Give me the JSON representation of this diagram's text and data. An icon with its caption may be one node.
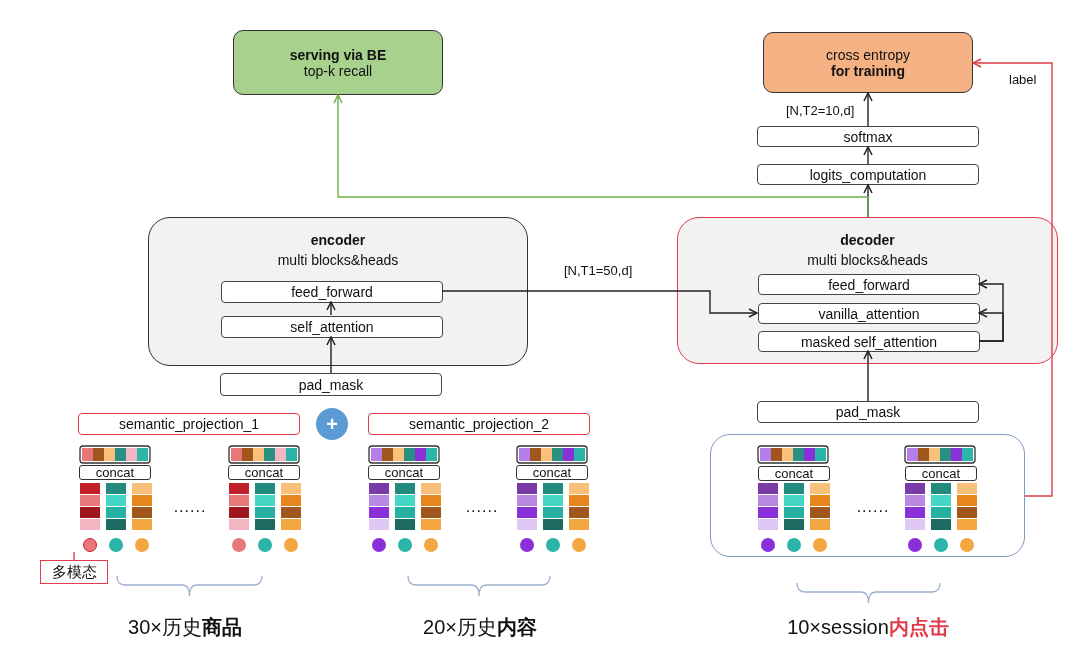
{
  "diagram": {
    "nodes": [
      {
        "text": [
          "serving via BE",
          "top-k recall"
        ]
      },
      {
        "text": [
          "cross entropy",
          "for training"
        ]
      },
      {
        "text": [
          "softmax"
        ]
      },
      {
        "text": [
          "logits_computation"
        ]
      },
      {
        "text": [
          "encoder",
          "multi blocks&heads"
        ]
      },
      {
        "text": [
          "feed_forward"
        ],
        "in": 4
      },
      {
        "text": [
          "self_attention"
        ],
        "in": 4
      },
      {
        "text": [
          "decoder",
          "multi blocks&heads"
        ]
      },
      {
        "text": [
          "feed_forward"
        ],
        "in": 7
      },
      {
        "text": [
          "vanilla_attention"
        ],
        "in": 7
      },
      {
        "text": [
          "masked self_attention"
        ],
        "in": 7
      },
      {
        "text": [
          "pad_mask"
        ]
      },
      {
        "text": [
          "pad_mask"
        ]
      },
      {
        "text": [
          "semantic_projection_1"
        ]
      },
      {
        "text": [
          "+"
        ]
      },
      {
        "text": [
          "semantic_projection_2"
        ]
      },
      {
        "text": [],
        "shape": "box"
      },
      {
        "text": [
          "concat"
        ]
      },
      {
        "text": [
          "concat"
        ]
      },
      {
        "text": [
          "concat"
        ]
      },
      {
        "text": [
          "concat"
        ]
      },
      {
        "text": [
          "concat"
        ],
        "in": 16
      },
      {
        "text": [
          "concat"
        ],
        "in": 16
      },
      {
        "text": [],
        "shape": "circle"
      },
      {
        "text": [
          "多模态"
        ]
      }
    ],
    "edges": [
      {
        "from": 3,
        "to": 2,
        "arrow": "to"
      },
      {
        "from": 2,
        "to": 1,
        "arrow": "to",
        "label": "[N,T2=10,d]"
      },
      {
        "from": 7,
        "to": 3,
        "arrow": "to"
      },
      {
        "from": 7,
        "to": 0,
        "arrow": "to",
        "color": "#70ad47"
      },
      {
        "from": 6,
        "to": 5,
        "arrow": "to"
      },
      {
        "from": 11,
        "to": 6,
        "arrow": "to"
      },
      {
        "from": 5,
        "to": 9,
        "arrow": "to",
        "label": "[N,T1=50,d]"
      },
      {
        "from": 10,
        "to": 9,
        "arrow": "to"
      },
      {
        "from": 10,
        "to": 8,
        "arrow": "to"
      },
      {
        "from": 12,
        "to": 10,
        "arrow": "to"
      },
      {
        "from": 16,
        "to": 1,
        "arrow": "to",
        "color": "#e03c4a",
        "label": "label"
      },
      {
        "from": 24,
        "to": 23,
        "arrow": "none",
        "color": "#e03c4a"
      }
    ],
    "labels": [
      "......",
      "......",
      "......",
      "30×历史**商品**",
      "20×历史**内容**",
      "10×session**内点击**"
    ]
  }
}
